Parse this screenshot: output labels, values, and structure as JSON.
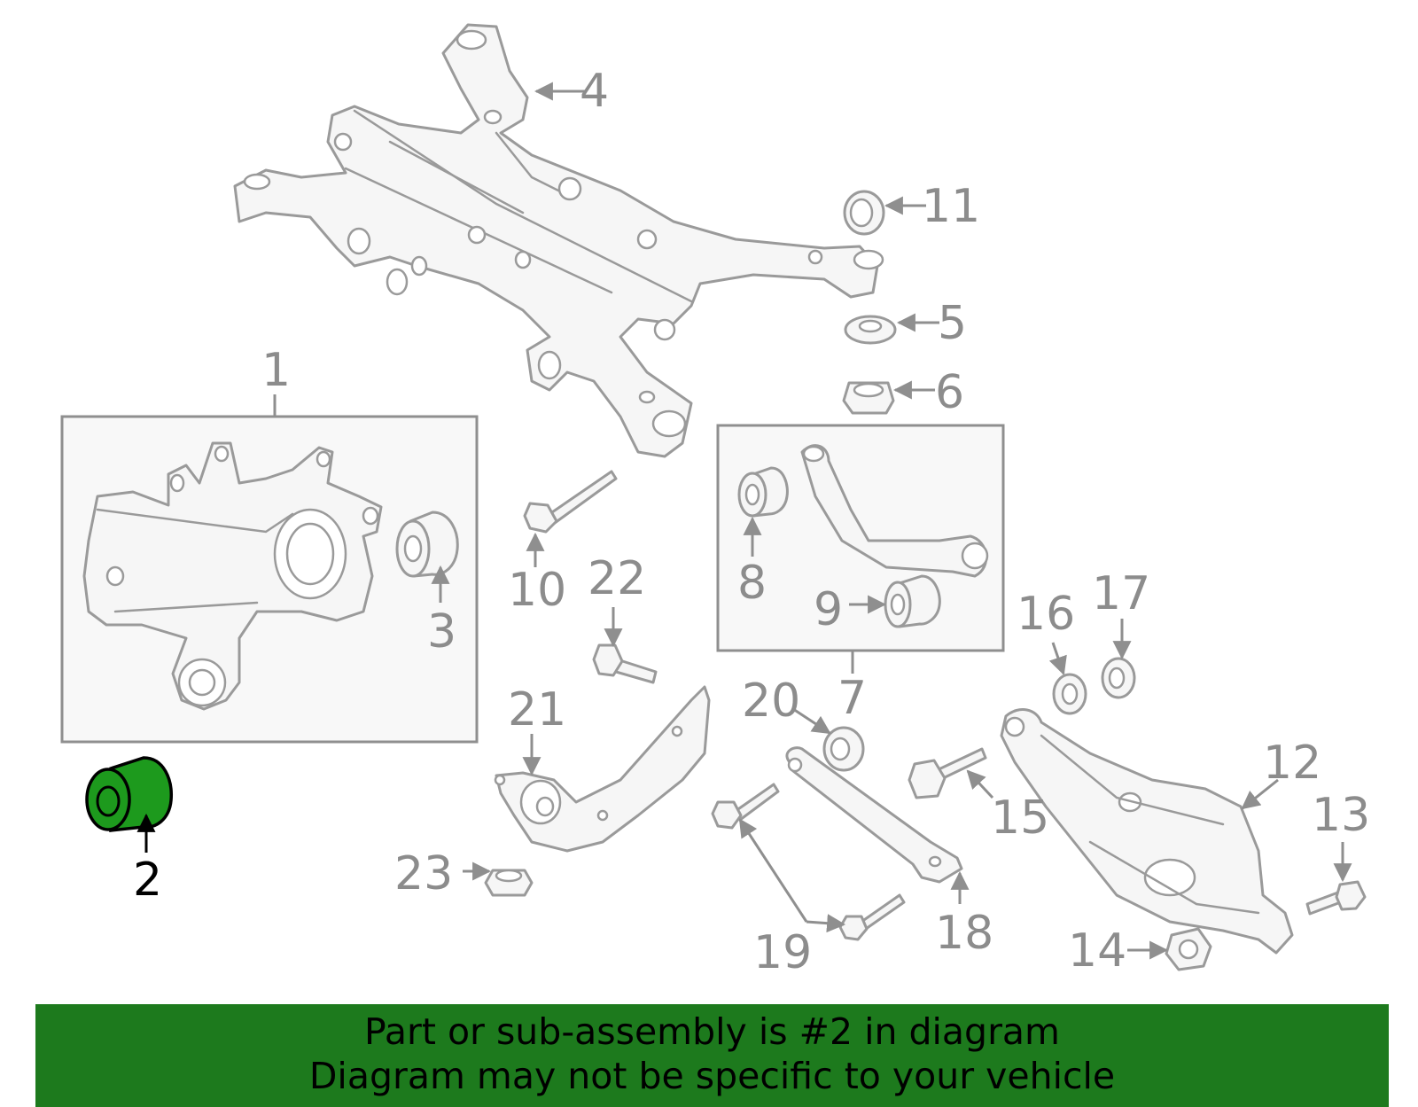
{
  "callouts": {
    "c1": "1",
    "c2": "2",
    "c3": "3",
    "c4": "4",
    "c5": "5",
    "c6": "6",
    "c7": "7",
    "c8": "8",
    "c9": "9",
    "c10": "10",
    "c11": "11",
    "c12": "12",
    "c13": "13",
    "c14": "14",
    "c15": "15",
    "c16": "16",
    "c17": "17",
    "c18": "18",
    "c19": "19",
    "c20": "20",
    "c21": "21",
    "c22": "22",
    "c23": "23"
  },
  "highlight": {
    "part": "2",
    "color": "#1d9a1d"
  },
  "banner": {
    "line1": "Part or sub-assembly is #2 in diagram",
    "line2": "Diagram may not be specific to your vehicle",
    "background": "#1d7a1d"
  }
}
